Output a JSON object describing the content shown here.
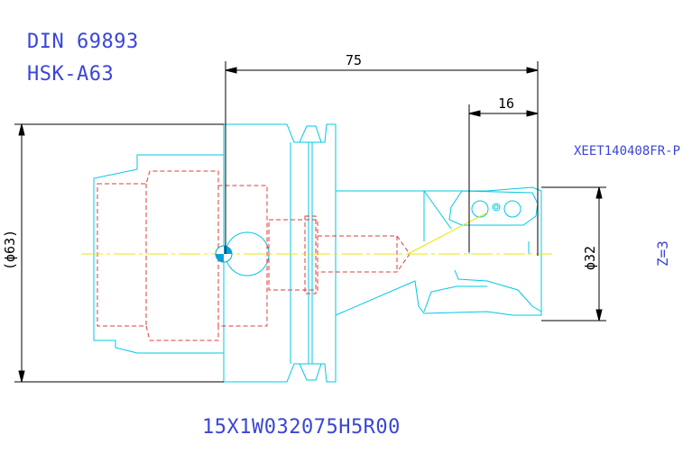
{
  "header": {
    "standard": "DIN 69893",
    "interface": "HSK-A63"
  },
  "dimensions": {
    "overall_length": "75",
    "insert_offset": "16",
    "flange_diameter": "(ϕ63)",
    "cut_diameter": "ϕ32",
    "teeth": "Z=3"
  },
  "insert_code": "XEET140408FR-P",
  "part_code": "15X1W032075H5R00",
  "colors": {
    "outline": "#00c8e6",
    "hidden": "#e23b3b",
    "centerline": "#e8e800",
    "dimension": "#000000",
    "annotation": "#3a46d6"
  }
}
